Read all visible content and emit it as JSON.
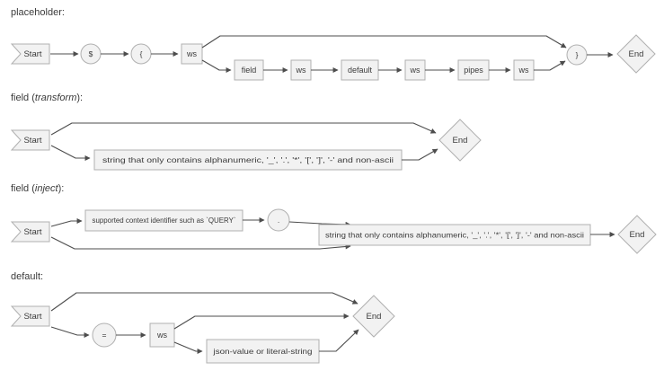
{
  "colors": {
    "background": "#ffffff",
    "node_fill": "#f2f2f2",
    "node_border": "#b0b0b0",
    "line": "#4d4d4d",
    "text": "#3b3b3b"
  },
  "diagrams": {
    "placeholder": {
      "label": "placeholder:",
      "start": "Start",
      "dollar": "$",
      "open_brace": "{",
      "ws": "ws",
      "field": "field",
      "default": "default",
      "pipes": "pipes",
      "close_brace": "}",
      "end": "End"
    },
    "field_transform": {
      "label_prefix": "field (",
      "label_em": "transform",
      "label_suffix": "):",
      "start": "Start",
      "string_rule": "string that only contains alphanumeric, '_', '.', '*', '[', ']', '-' and non-ascii",
      "end": "End"
    },
    "field_inject": {
      "label_prefix": "field (",
      "label_em": "inject",
      "label_suffix": "):",
      "start": "Start",
      "context_rule": "supported context identifier such as `QUERY`",
      "dot": ".",
      "string_rule": "string that only contains alphanumeric, '_', '.', '*', '[', ']', '-' and non-ascii",
      "end": "End"
    },
    "default": {
      "label": "default:",
      "start": "Start",
      "equals": "=",
      "ws": "ws",
      "value_rule": "json-value or literal-string",
      "end": "End"
    }
  }
}
